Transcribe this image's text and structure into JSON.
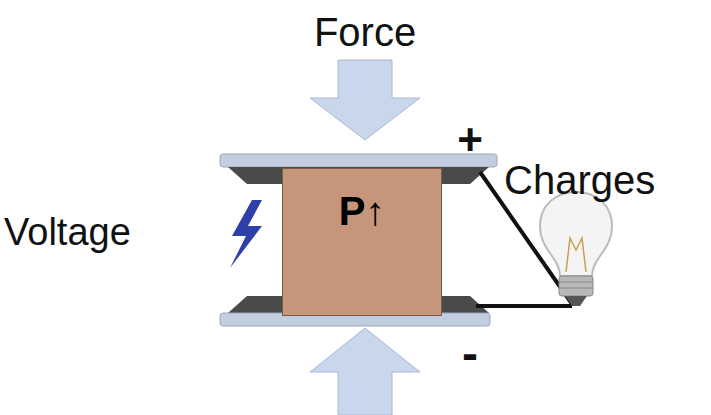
{
  "diagram": {
    "nodes": [
      {
        "text": [
          "P↑"
        ]
      }
    ],
    "labels": [
      "Force",
      "+",
      "Charges",
      "Voltage",
      "-"
    ]
  }
}
